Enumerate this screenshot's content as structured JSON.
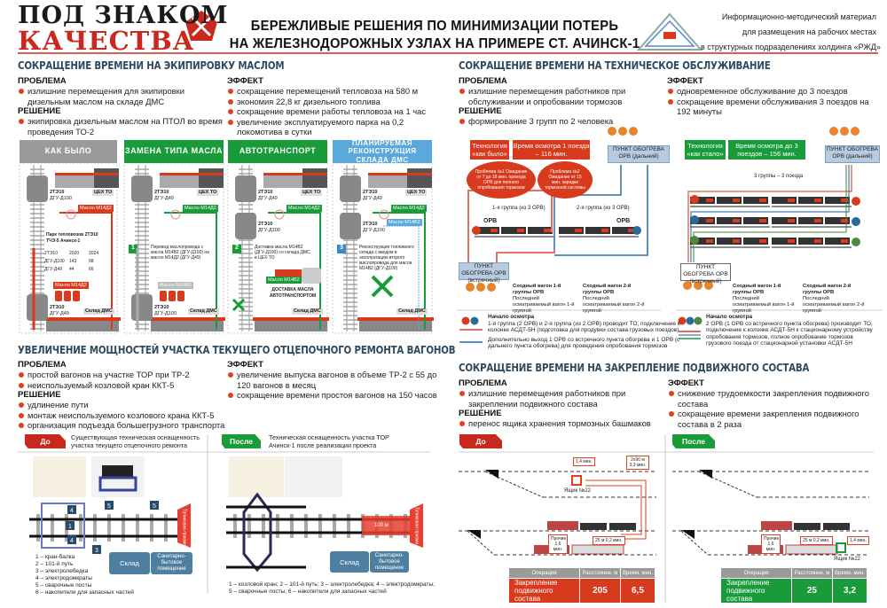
{
  "header": {
    "logo_line1": "ПОД ЗНАКОМ",
    "logo_line2": "КАЧЕСТВА",
    "logo_icon": "hammer-wrench-pentagon-icon",
    "title_line1": "БЕРЕЖЛИВЫЕ РЕШЕНИЯ ПО МИНИМИЗАЦИИ ПОТЕРЬ",
    "title_line2": "НА ЖЕЛЕЗНОДОРОЖНЫХ УЗЛАХ НА ПРИМЕРЕ СТ. АЧИНСК-1",
    "emblem_icon": "rzd-triangle-emblem-icon",
    "info": [
      "Информационно-методический материал",
      "для размещения на рабочих местах",
      "в структурных подразделениях холдинга «РЖД»"
    ]
  },
  "colors": {
    "red": "#d83a1e",
    "green": "#1a9b3a",
    "blue": "#5aa8dc",
    "gray": "#9a9a9a",
    "title": "#2f4a5e"
  },
  "s1": {
    "title": "СОКРАЩЕНИЕ ВРЕМЕНИ НА ЭКИПИРОВКУ МАСЛОМ",
    "problem_h": "ПРОБЛЕМА",
    "problem": [
      "излишние перемещения для экипировки дизельным маслом на складе ДМС"
    ],
    "solution_h": "РЕШЕНИЕ",
    "solution": [
      "экипировка дизельным маслом на ПТОЛ во время проведения ТО-2"
    ],
    "effect_h": "ЭФФЕКТ",
    "effect": [
      "сокращение перемещений тепловоза на 580 м",
      "экономия 22,8 кг дизельного топлива",
      "сокращение времени работы тепловоза на 1 час",
      "увеличение эксплуатируемого парка на 0,2 локомотива в сутки"
    ],
    "panels": [
      {
        "title": "КАК БЫЛО",
        "loco_top": "2ТЭ10",
        "engine_top": "ДГУ-Д100",
        "shop": "ЦЕХ ТО",
        "oil": "Масло М14Д2",
        "loco_bot": "2ТЭ10",
        "engine_bot": "ДГУ-Д49",
        "store": "Склад ДМС",
        "park_title": "Парк тепловозов 2ТЭ10 ТЧЭ-5 Ачинск-1",
        "table_head": [
          "2ТЭ10",
          "2020",
          "2024"
        ],
        "table_rows": [
          [
            "ДГУ-Д100",
            "143",
            "68"
          ],
          [
            "ДГУ-Д49",
            "44",
            "66"
          ]
        ],
        "oil_bot": "Масло М14Д2"
      },
      {
        "title": "ЗАМЕНА ТИПА МАСЛА",
        "loco_top": "2ТЭ10",
        "engine_top": "ДГУ-Д49",
        "shop": "ЦЕХ ТО",
        "oil": "Масло М14Д2",
        "num": "1",
        "desc": "Перевод маслопровода с масла М14В2 (ДГУ-Д100) на масло М14Д2 (ДГУ-Д49)",
        "oil_bot": "Масло М14В2",
        "loco_bot": "2ТЭ10",
        "engine_bot": "ДГУ-Д100",
        "store": "Склад ДМС"
      },
      {
        "title": "АВТОТРАНСПОРТ",
        "loco_top": "2ТЭ10",
        "engine_top": "ДГУ-Д49",
        "shop": "ЦЕХ ТО",
        "oil": "Масло М14Д2",
        "loco_mid": "2ТЭ10",
        "engine_mid": "ДГУ-Д100",
        "num": "2",
        "desc": "Доставка масла М14В2 (ДГУ-Д100) со склада ДМС в ЦЕХ ТО",
        "truck_oil": "Масло М14В2",
        "truck_caption": "ДОСТАВКА МАСЛА АВТОТРАНСПОРТОМ",
        "store": "Склад ДМС"
      },
      {
        "title": "ПЛАНИРУЕМАЯ РЕКОНСТРУКЦИЯ СКЛАДА ДМС",
        "loco_top": "2ТЭ10",
        "engine_top": "ДГУ-Д49",
        "shop": "ЦЕХ ТО",
        "oil": "Масло М14Д2",
        "loco_mid": "2ТЭ10",
        "engine_mid": "ДГУ-Д100",
        "oil2": "Масло М14В2",
        "num": "3",
        "desc": "Реконструкция топливного склада с вводом в эксплуатацию второго маслопровода для масла М14В2 (ДГУ-Д100)",
        "store": "Склад ДМС"
      }
    ]
  },
  "s2": {
    "title": "СОКРАЩЕНИЕ ВРЕМЕНИ НА ТЕХНИЧЕСКОЕ ОБСЛУЖИВАНИЕ",
    "problem_h": "ПРОБЛЕМА",
    "problem": [
      "излишние перемещения работников при обслуживании и опробовании тормозов"
    ],
    "solution_h": "РЕШЕНИЕ",
    "solution": [
      "формирование 3 групп по 2 человека"
    ],
    "effect_h": "ЭФФЕКТ",
    "effect": [
      "одновременное обслуживание до 3 поездов",
      "сокращение времени обслуживания 3 поездов на 192 минуты"
    ],
    "before": {
      "tech": "Технология «как было»",
      "time": "Время осмотра 1 поезда – 116 мин.",
      "problem1": "Проблема №1 Ожидание от 7 до 18 мин. прихода ОРВ для полного опробования тормозов",
      "problem2": "Проблема №2 Ожидание от 15 мин. зарядки тормозной системы",
      "far_point": "ПУНКТ ОБОГРЕВА ОРВ (дальний)",
      "near_point": "ПУНКТ ОБОГРЕВА ОРВ (встречный)",
      "group1": "1-я группа (из 3 ОРВ)",
      "group2": "2-я группа (из 3 ОРВ)",
      "orv": "ОРВ",
      "cap1_b": "Сходный вагон 1-й группы ОРВ",
      "cap1": "Последний осматриваемый вагон 1-й группой",
      "cap2_b": "Сходный вагон 2-й группы ОРВ",
      "cap2": "Последний осматриваемый вагон 2-й группой"
    },
    "after": {
      "tech": "Технология «как стало»",
      "time": "Время осмотра до 3 поездов – 156 мин.",
      "far_point": "ПУНКТ ОБОГРЕВА ОРВ (дальний)",
      "near_point": "ПУНКТ ОБОГРЕВА ОРВ (встречный)",
      "groups": "3 группы – 3 поезда",
      "orv": "ОРВ",
      "cap1_b": "Сходный вагон 1-й группы ОРВ",
      "cap1": "Последний осматриваемый вагон 1-й группой",
      "cap2_b": "Сходный вагон 2-й группы ОРВ",
      "cap2": "Последний осматриваемый вагон 2-й группой"
    },
    "legend_before": {
      "start_h": "Начало осмотра",
      "start": "1-я группа (2 ОРВ) и 2-я группа (из 2 ОРВ) проводит ТО, подключение к колонке АСДТ-5Н (подготовка для продувки состава грузовых поездов)",
      "extra": "Дополнительно выход 1 ОРВ со встречного пункта обогрева и 1 ОРВ (с дальнего пункта обогрева) для проведения опробования тормозов"
    },
    "legend_after": {
      "start_h": "Начало осмотра",
      "start": "2 ОРВ (1 ОРВ со встречного пункта обогрева) производит ТО, подключение к колонке АСДТ-5Н к стационарному устройству опробования тормозов, полное опробование тормозов грузового поезда от стационарной установки АСДТ-5Н"
    }
  },
  "s3": {
    "title": "УВЕЛИЧЕНИЕ МОЩНОСТЕЙ УЧАСТКА ТЕКУЩЕГО ОТЦЕПОЧНОГО РЕМОНТА ВАГОНОВ",
    "problem_h": "ПРОБЛЕМА",
    "problem": [
      "простой вагонов на участке ТОР при ТР-2",
      "неиспользуемый козловой кран ККТ-5"
    ],
    "solution_h": "РЕШЕНИЕ",
    "solution": [
      "удлинение пути",
      "монтаж неиспользуемого козлового крана ККТ-5",
      "организация подъезда большегрузного транспорта"
    ],
    "effect_h": "ЭФФЕКТ",
    "effect": [
      "увеличение выпуска вагонов в объеме ТР-2 с 55 до 120 вагонов в месяц",
      "сокращение времени простоя вагонов на 150 часов"
    ],
    "before_badge": "До",
    "before_desc": "Существующая техническая оснащенность участка текущего отцепочного ремонта",
    "after_badge": "После",
    "after_desc": "Техническая оснащенность участка ТОР Ачинск-1 после реализации проекта",
    "tunnel": "Тупиковая призма",
    "warehouse": "Склад",
    "sanitary": "Санитарно-бытовое помещение",
    "length": "100 м",
    "legend_before": [
      "1 – кран-балка",
      "2 – 101-й путь",
      "3 – электролебедка",
      "4 – электродомкраты",
      "5 – сварочные посты",
      "6 – накопители для запасных частей"
    ],
    "legend_after": [
      "1 – козловой кран; 2 – 101-й путь; 3 – электролебедка; 4 – электродомкраты;",
      "5 – сварочные посты; 6 – накопители для запасных частей"
    ]
  },
  "s4": {
    "title": "СОКРАЩЕНИЕ ВРЕМЕНИ НА ЗАКРЕПЛЕНИЕ ПОДВИЖНОГО СОСТАВА",
    "problem_h": "ПРОБЛЕМА",
    "problem": [
      "излишние перемещения работников при закреплении подвижного состава"
    ],
    "solution_h": "РЕШЕНИЕ",
    "solution": [
      "перенос ящика хранения тормозных башмаков"
    ],
    "effect_h": "ЭФФЕКТ",
    "effect": [
      "снижение трудоемкости закрепления подвижного состава",
      "сокращение времени закрепления подвижного состава в 2 раза"
    ],
    "before_badge": "До",
    "after_badge": "После",
    "box": "Ящик №22",
    "before_t1": "1,4 мин.",
    "before_t2": "2х90 м 3,3 мин.",
    "other": "Прочие 1,6 мин.",
    "walk": "25 м 0,2 мин.",
    "after_t1": "1,4 мин.",
    "table_head": [
      "Операция",
      "Расстояние, м",
      "Время, мин."
    ],
    "before_row": [
      "Закрепление подвижного состава",
      "205",
      "6,5"
    ],
    "after_row": [
      "Закрепление подвижного состава",
      "25",
      "3,2"
    ]
  }
}
